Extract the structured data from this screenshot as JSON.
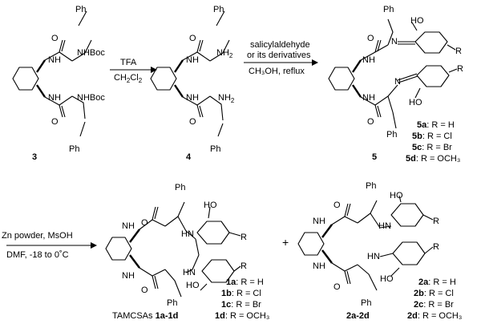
{
  "atoms": {
    "ph": "Ph",
    "nh": "NH",
    "nhboc": "NHBoc",
    "nh2": "NH",
    "sub2": "2",
    "o": "O",
    "n": "N",
    "ho": "HO",
    "r": "R"
  },
  "compounds": {
    "c3": "3",
    "c4": "4",
    "c5": "5",
    "tamcsa_prefix": "TAMCSAs ",
    "tamcsa_range": "1a-1d",
    "c2_range": "2a-2d",
    "plus": "+"
  },
  "arrows": {
    "a1_top": "TFA",
    "a1_bottom": "CH",
    "a1_bottom_sub": "2",
    "a1_bottom_rest": "Cl",
    "a1_bottom_sub2": "2",
    "a2_top1": "salicylaldehyde",
    "a2_top2": "or its derivatives",
    "a2_bottom": "CH₃OH, reflux",
    "a3_top": "Zn powder, MsOH",
    "a3_bottom": "DMF, -18 to 0˚C"
  },
  "legend5": [
    {
      "id": "5a",
      "text": ": R = H"
    },
    {
      "id": "5b",
      "text": ": R = Cl"
    },
    {
      "id": "5c",
      "text": ": R = Br"
    },
    {
      "id": "5d",
      "text": ": R = OCH₃"
    }
  ],
  "legend1": [
    {
      "id": "1a",
      "text": ": R = H"
    },
    {
      "id": "1b",
      "text": ": R = Cl"
    },
    {
      "id": "1c",
      "text": ": R = Br"
    },
    {
      "id": "1d",
      "text": ": R = OCH₃"
    }
  ],
  "legend2": [
    {
      "id": "2a",
      "text": ": R = H"
    },
    {
      "id": "2b",
      "text": ": R = Cl"
    },
    {
      "id": "2c",
      "text": ": R = Br"
    },
    {
      "id": "2d",
      "text": ": R = OCH₃"
    }
  ]
}
